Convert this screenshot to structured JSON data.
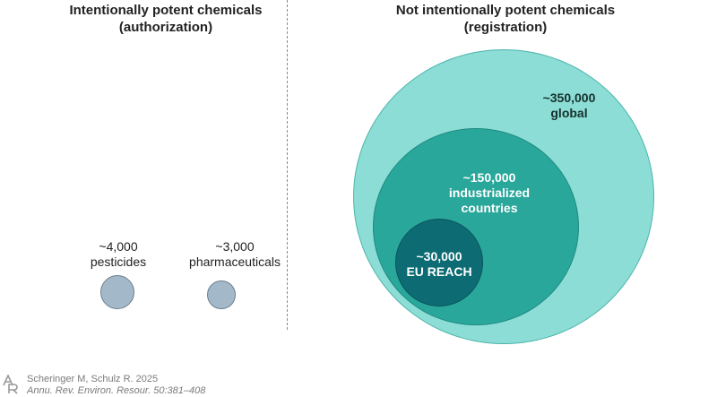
{
  "left_panel": {
    "title_line1": "Intentionally potent chemicals",
    "title_line2": "(authorization)",
    "items": [
      {
        "count": "~4,000",
        "label": "pesticides"
      },
      {
        "count": "~3,000",
        "label": "pharmaceuticals"
      }
    ]
  },
  "right_panel": {
    "title_line1": "Not intentionally potent chemicals",
    "title_line2": "(registration)",
    "circles": [
      {
        "count": "~350,000",
        "label_line1": "global",
        "label_line2": ""
      },
      {
        "count": "~150,000",
        "label_line1": "industrialized",
        "label_line2": "countries"
      },
      {
        "count": "~30,000",
        "label_line1": "EU REACH",
        "label_line2": ""
      }
    ]
  },
  "colors": {
    "small_circle": "#a3b9c9",
    "global": "#8bddd5",
    "industrialized": "#2aa79b",
    "eu_reach": "#0d6c73"
  },
  "logo_icon": "annual-reviews-logo",
  "citation": {
    "authors": "Scheringer M, Schulz R. 2025",
    "journal": "Annu. Rev. Environ. Resour. 50:381–408"
  }
}
